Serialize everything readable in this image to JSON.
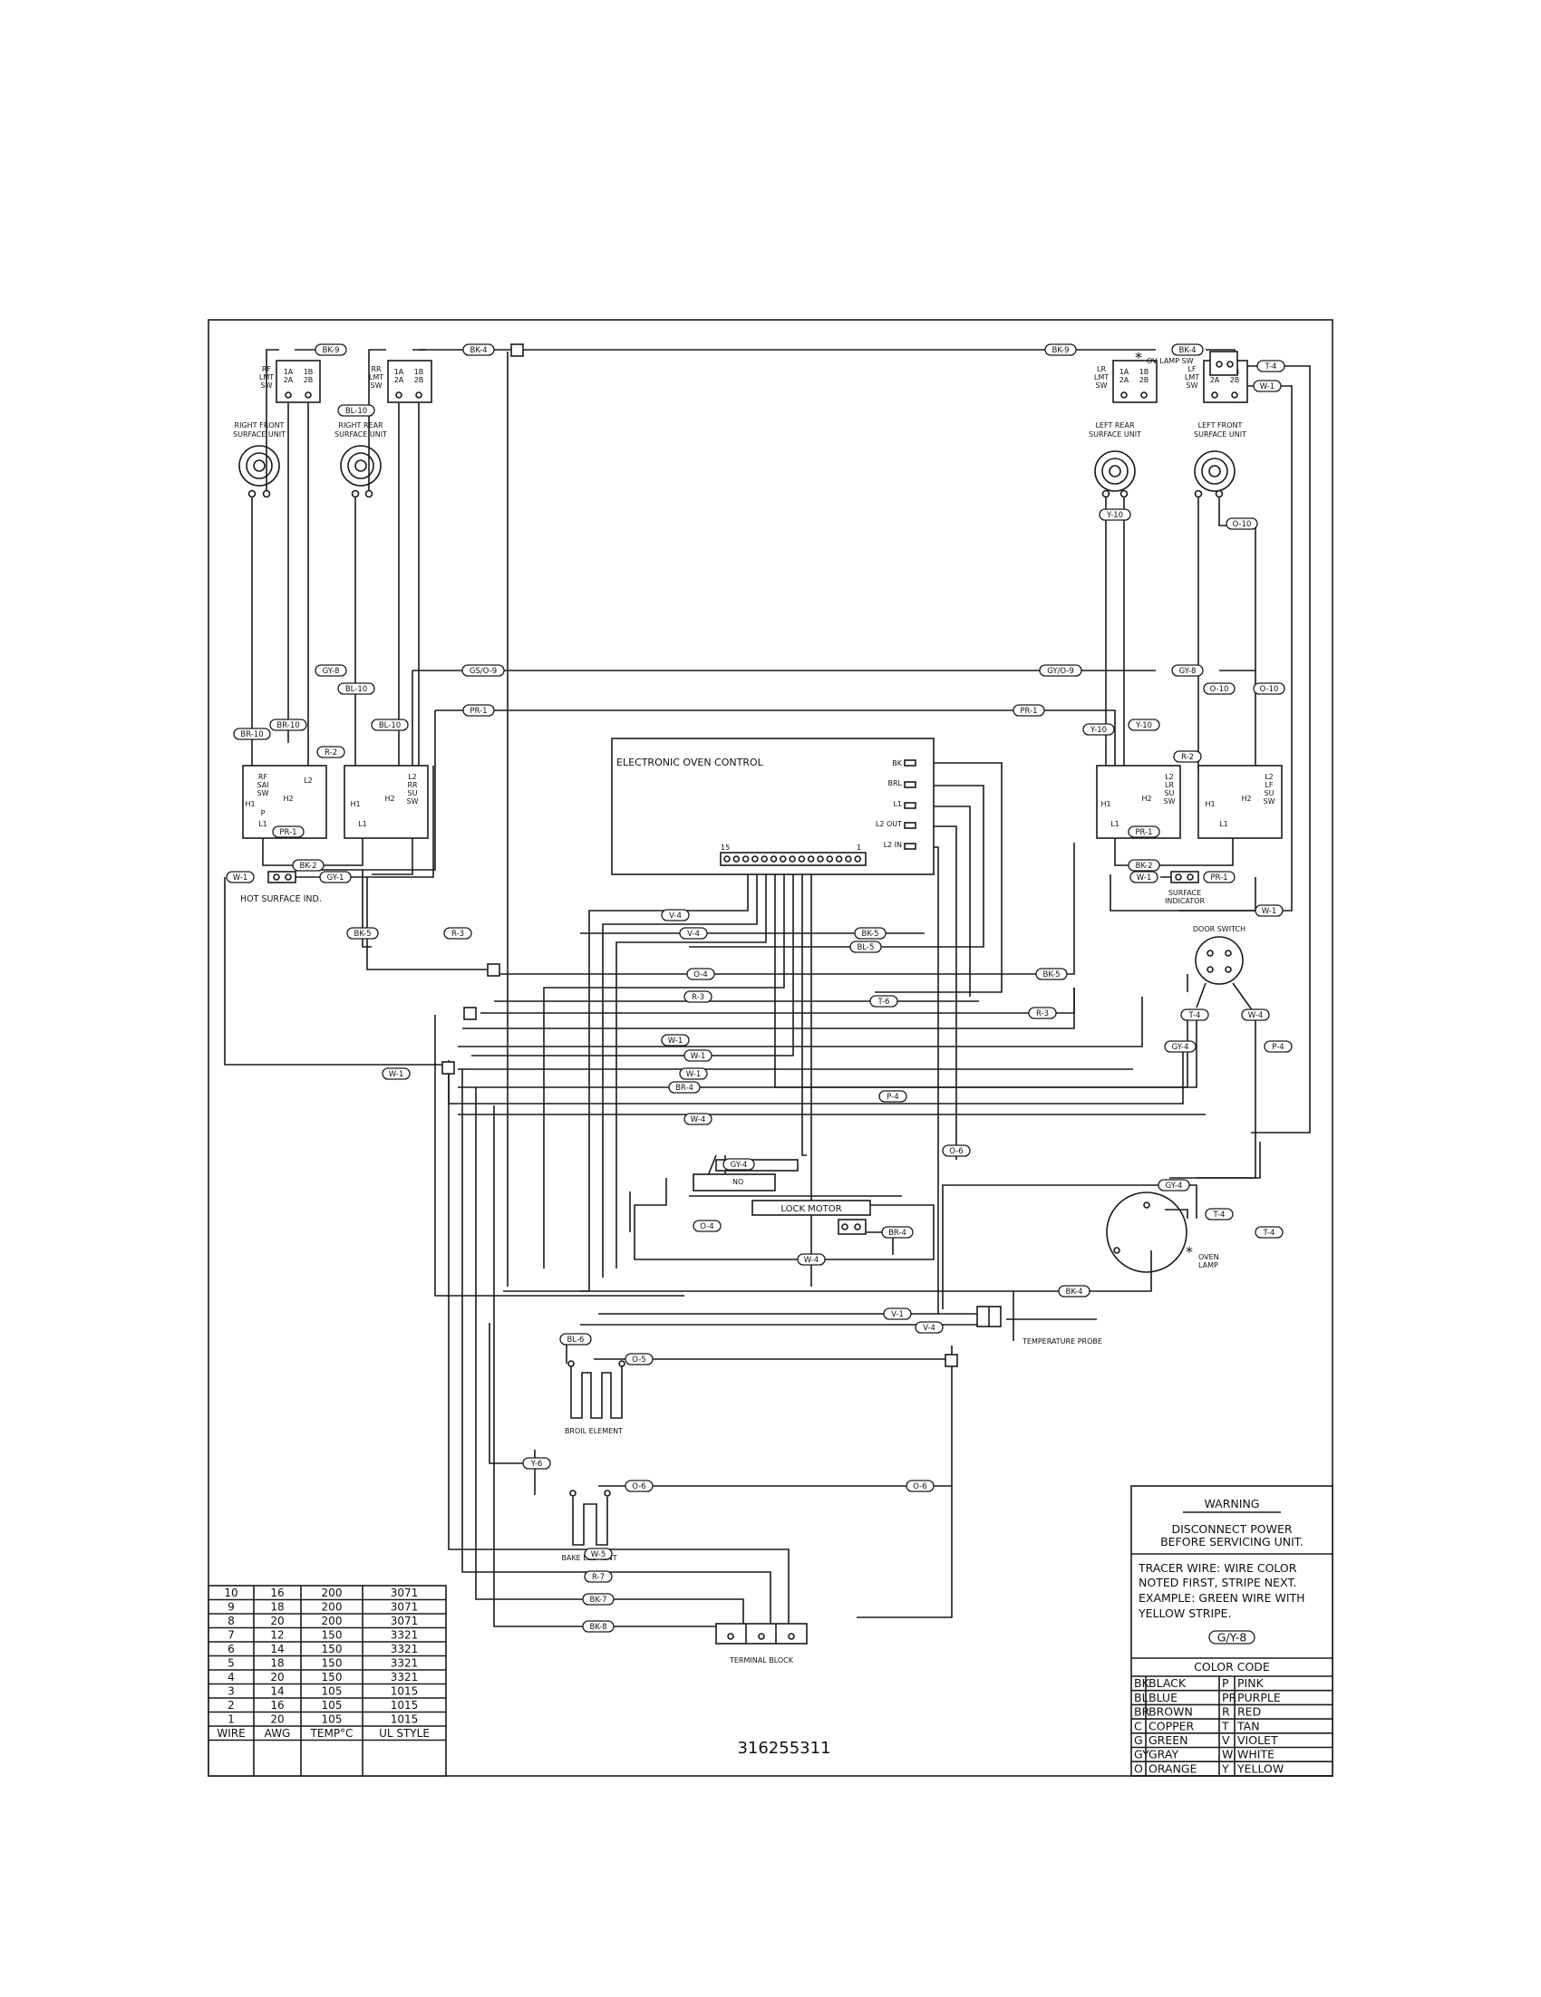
{
  "surface_units": {
    "right_front": [
      "RIGHT FRONT",
      "SURFACE UNIT"
    ],
    "right_rear": [
      "RIGHT REAR",
      "SURFACE UNIT"
    ],
    "left_rear": [
      "LEFT REAR",
      "SURFACE UNIT"
    ],
    "left_front": [
      "LEFT FRONT",
      "SURFACE UNIT"
    ]
  },
  "limit_switches": {
    "rf": [
      "RF",
      "LMT",
      "SW"
    ],
    "rr": [
      "RR",
      "LMT",
      "SW"
    ],
    "lr": [
      "LR",
      "LMT",
      "SW"
    ],
    "lf": [
      "LF",
      "LMT",
      "SW"
    ],
    "t1a": "1A",
    "t2a": "2A",
    "t1b": "1B",
    "t2b": "2B"
  },
  "su_switches": {
    "rf": [
      "RF",
      "SAI",
      "SW"
    ],
    "rr": [
      "RR",
      "SU",
      "SW"
    ],
    "lr": [
      "LR",
      "SU",
      "SW"
    ],
    "lf": [
      "LF",
      "SU",
      "SW"
    ],
    "h1": "H1",
    "h2": "H2",
    "l1": "L1",
    "l2": "L2",
    "p": "P"
  },
  "control": {
    "title": "ELECTRONIC OVEN CONTROL",
    "terminals": [
      "BK",
      "BRL",
      "L1",
      "L2 OUT",
      "L2 IN"
    ],
    "pin_first": "15",
    "pin_last": "1"
  },
  "labels": {
    "ov_lamp_sw": "OV LAMP SW",
    "hot_surface": "HOT SURFACE IND.",
    "surface_indicator": [
      "SURFACE",
      "INDICATOR"
    ],
    "door_switch": "DOOR SWITCH",
    "lock_motor": "LOCK MOTOR",
    "no": "NO",
    "oven_lamp": [
      "OVEN",
      "LAMP"
    ],
    "temperature_probe": "TEMPERATURE PROBE",
    "broil_element": "BROIL ELEMENT",
    "bake_element": "BAKE ELEMENT",
    "terminal_block": "TERMINAL BLOCK",
    "asterisk": "*",
    "part_number": "316255311"
  },
  "wire_tags": [
    "T-4",
    "W-1",
    "BL-10",
    "BK-9",
    "BK-4",
    "BK-9",
    "BK-4",
    "Y-10",
    "O-10",
    "GY-8",
    "GS/O-9",
    "GY/O-9",
    "GY-8",
    "BL-10",
    "PR-1",
    "PR-1",
    "O-10",
    "O-10",
    "BR-10",
    "BR-10",
    "BL-10",
    "R-2",
    "Y-10",
    "Y-10",
    "R-2",
    "PR-1",
    "PR-1",
    "BK-2",
    "BK-2",
    "GY-1",
    "W-1",
    "W-1",
    "PR-1",
    "W-1",
    "V-4",
    "V-4",
    "BK-5",
    "BL-5",
    "BK-5",
    "R-3",
    "O-4",
    "BK-5",
    "R-3",
    "T-6",
    "R-3",
    "W-1",
    "W-1",
    "W-1",
    "W-1",
    "BR-4",
    "P-4",
    "T-4",
    "W-4",
    "GY-4",
    "P-4",
    "W-4",
    "O-6",
    "GY-4",
    "GY-4",
    "T-4",
    "O-4",
    "BR-4",
    "W-4",
    "T-4",
    "BK-4",
    "V-1",
    "V-4",
    "BL-6",
    "O-5",
    "Y-6",
    "O-6",
    "O-6",
    "W-5",
    "R-7",
    "BK-7",
    "BK-8"
  ],
  "wire_table": {
    "headers": [
      "WIRE",
      "AWG",
      "TEMP°C",
      "UL STYLE"
    ],
    "rows": [
      [
        "10",
        "16",
        "200",
        "3071"
      ],
      [
        "9",
        "18",
        "200",
        "3071"
      ],
      [
        "8",
        "20",
        "200",
        "3071"
      ],
      [
        "7",
        "12",
        "150",
        "3321"
      ],
      [
        "6",
        "14",
        "150",
        "3321"
      ],
      [
        "5",
        "18",
        "150",
        "3321"
      ],
      [
        "4",
        "20",
        "150",
        "3321"
      ],
      [
        "3",
        "14",
        "105",
        "1015"
      ],
      [
        "2",
        "16",
        "105",
        "1015"
      ],
      [
        "1",
        "20",
        "105",
        "1015"
      ]
    ]
  },
  "warning": {
    "title": "WARNING",
    "line1": "DISCONNECT POWER",
    "line2": "BEFORE SERVICING UNIT.",
    "tracer": [
      "TRACER WIRE:   WIRE COLOR",
      "NOTED FIRST, STRIPE NEXT.",
      "EXAMPLE:   GREEN WIRE WITH",
      "YELLOW STRIPE."
    ],
    "example_tag": "G/Y-8"
  },
  "color_code": {
    "title": "COLOR CODE",
    "rows": [
      [
        "BK",
        "BLACK",
        "P",
        "PINK"
      ],
      [
        "BL",
        "BLUE",
        "PR",
        "PURPLE"
      ],
      [
        "BR",
        "BROWN",
        "R",
        "RED"
      ],
      [
        "C",
        "COPPER",
        "T",
        "TAN"
      ],
      [
        "G",
        "GREEN",
        "V",
        "VIOLET"
      ],
      [
        "GY",
        "GRAY",
        "W",
        "WHITE"
      ],
      [
        "O",
        "ORANGE",
        "Y",
        "YELLOW"
      ]
    ]
  }
}
